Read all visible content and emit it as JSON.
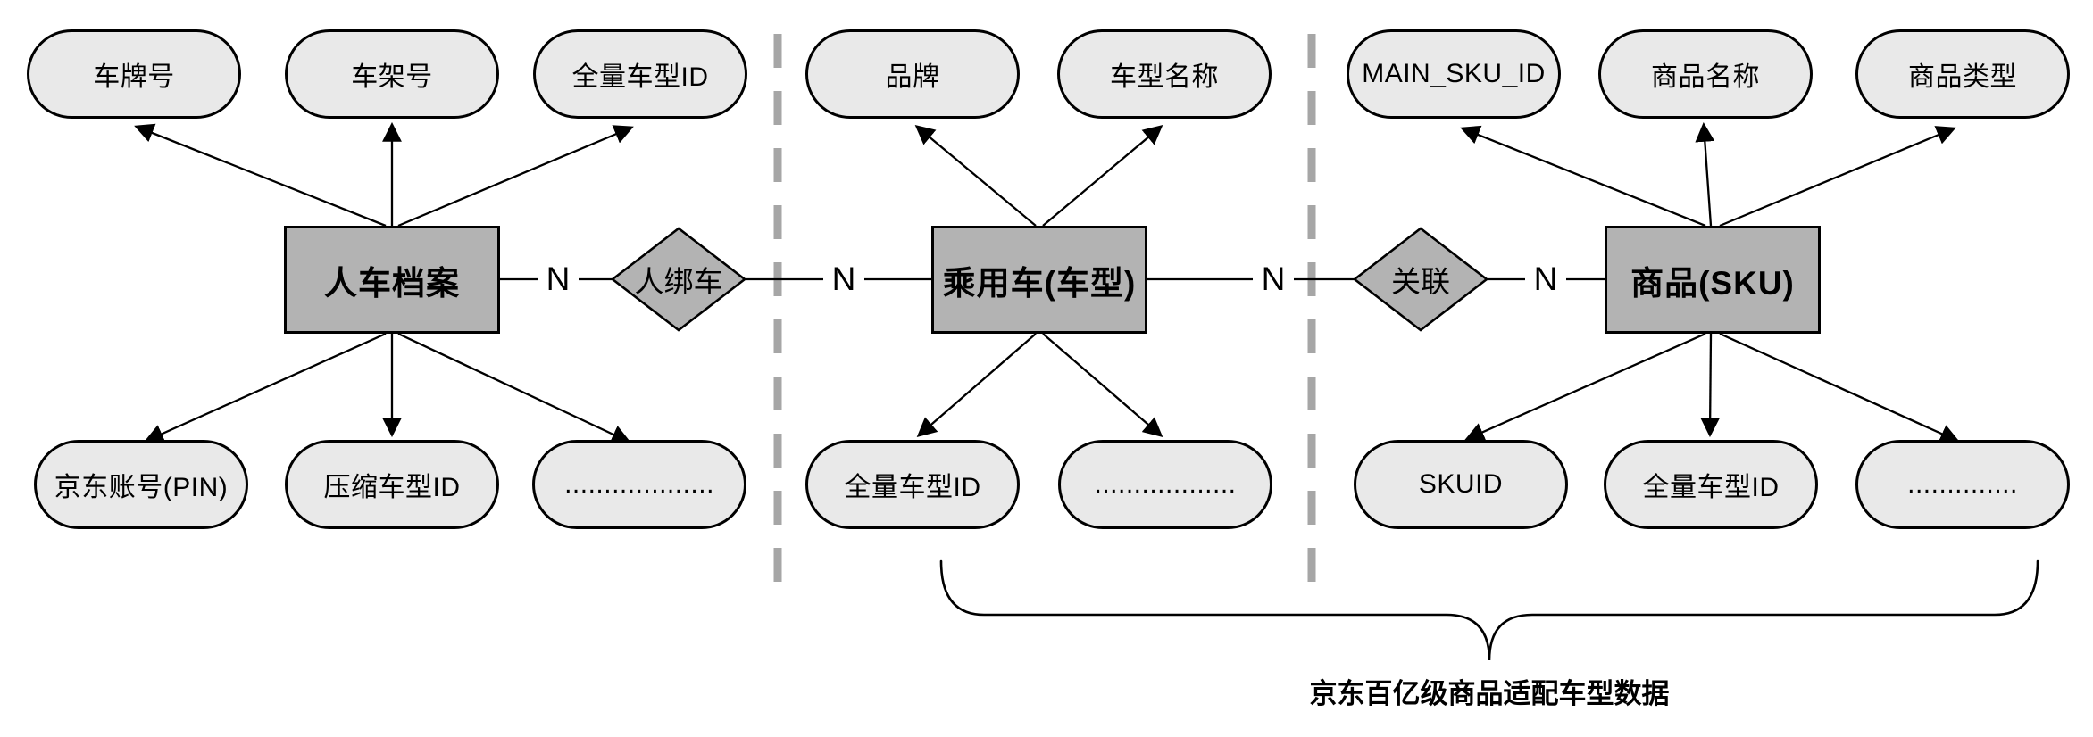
{
  "diagram": {
    "caption": "京东百亿级商品适配车型数据",
    "sections": [
      {
        "entity": "人车档案",
        "top_attributes": [
          "车牌号",
          "车架号",
          "全量车型ID"
        ],
        "bottom_attributes": [
          "京东账号(PIN)",
          "压缩车型ID",
          "..................."
        ]
      },
      {
        "entity": "乘用车(车型)",
        "top_attributes": [
          "品牌",
          "车型名称"
        ],
        "bottom_attributes": [
          "全量车型ID",
          ".................."
        ]
      },
      {
        "entity": "商品(SKU)",
        "top_attributes": [
          "MAIN_SKU_ID",
          "商品名称",
          "商品类型"
        ],
        "bottom_attributes": [
          "SKUID",
          "全量车型ID",
          ".............."
        ]
      }
    ],
    "relationships": [
      {
        "label": "人绑车",
        "left_cardinality": "N",
        "right_cardinality": "N"
      },
      {
        "label": "关联",
        "left_cardinality": "N",
        "right_cardinality": "N"
      }
    ],
    "colors": {
      "attribute_fill": "#e9e9e9",
      "entity_fill": "#b3b3b3",
      "relationship_fill": "#b3b3b3",
      "stroke": "#000000",
      "divider": "#a6a6a6",
      "background": "#ffffff"
    }
  }
}
